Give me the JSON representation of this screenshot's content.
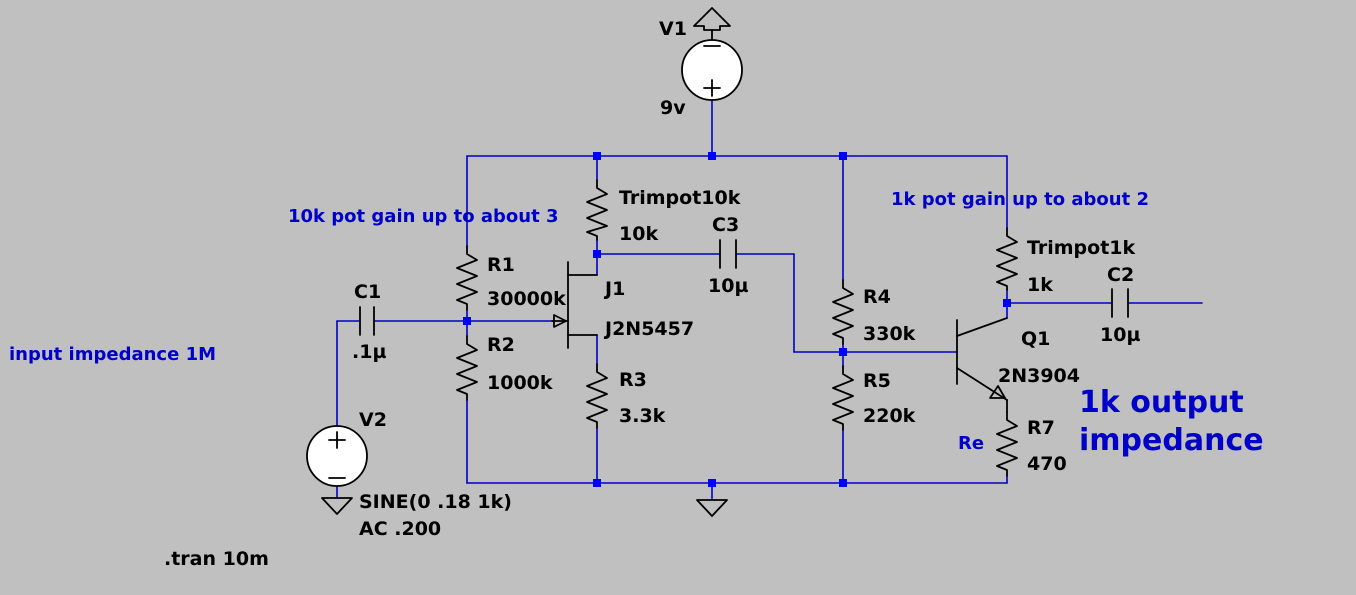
{
  "components": {
    "v1": {
      "ref": "V1",
      "value": "9v"
    },
    "v2": {
      "ref": "V2",
      "value_line1": "SINE(0 .18 1k)",
      "value_line2": "AC .200"
    },
    "c1": {
      "ref": "C1",
      "value": ".1µ"
    },
    "c2": {
      "ref": "C2",
      "value": "10µ"
    },
    "c3": {
      "ref": "C3",
      "value": "10µ"
    },
    "r1": {
      "ref": "R1",
      "value": "30000k"
    },
    "r2": {
      "ref": "R2",
      "value": "1000k"
    },
    "r3": {
      "ref": "R3",
      "value": "3.3k"
    },
    "r4": {
      "ref": "R4",
      "value": "330k"
    },
    "r5": {
      "ref": "R5",
      "value": "220k"
    },
    "r7": {
      "ref": "R7",
      "value": "470"
    },
    "trimpot10k": {
      "ref": "Trimpot10k",
      "value": "10k"
    },
    "trimpot1k": {
      "ref": "Trimpot1k",
      "value": "1k"
    },
    "j1": {
      "ref": "J1",
      "value": "J2N5457"
    },
    "q1": {
      "ref": "Q1",
      "value": "2N3904"
    }
  },
  "comments": {
    "gain_10k": "10k pot gain up to about 3",
    "gain_1k": "1k pot gain up to about 2",
    "input_impedance": "input impedance 1M",
    "output_impedance_line1": "1k output",
    "output_impedance_line2": "impedance",
    "re_label": "Re"
  },
  "directive": ".tran 10m",
  "colors": {
    "background": "#c0c0c0",
    "wire": "#0000c8",
    "node": "#0000ff",
    "symbol": "#000000"
  }
}
